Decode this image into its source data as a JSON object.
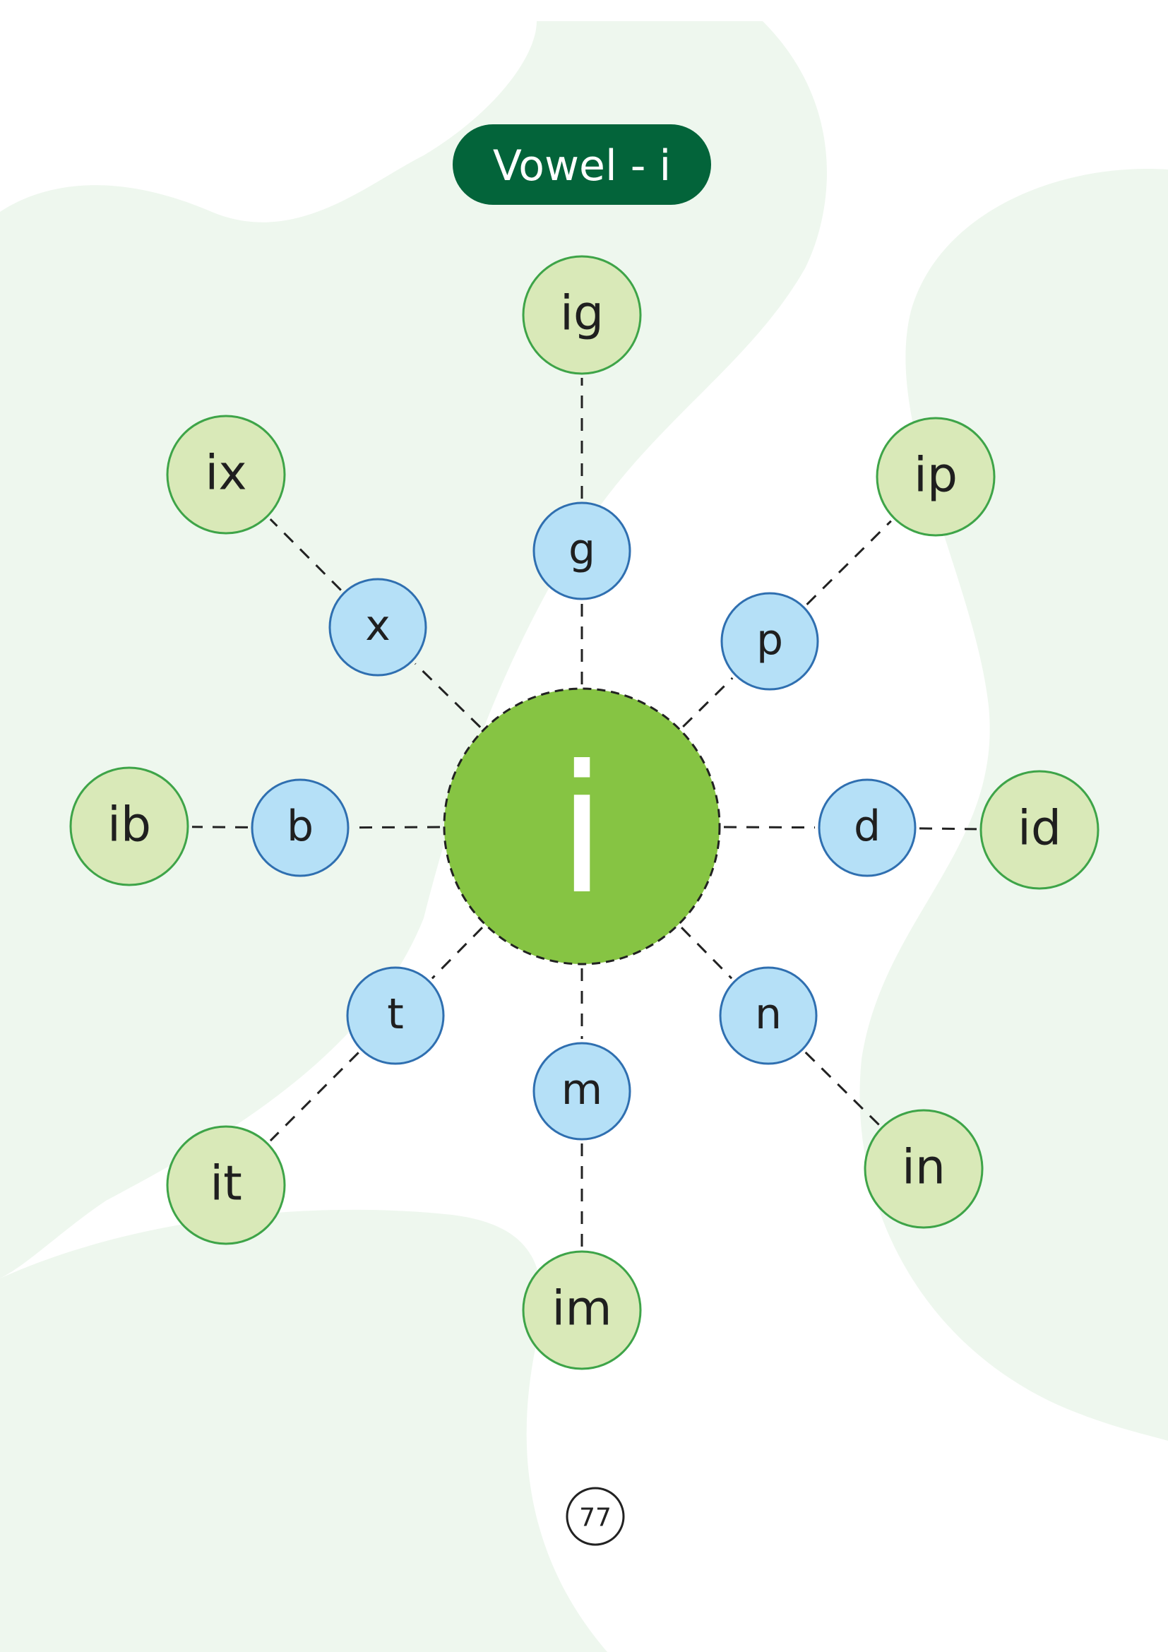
{
  "title": "Vowel - i",
  "vowel": "i",
  "page_number": "77",
  "colors": {
    "title_bg": "#03643a",
    "vowel_fill": "#86c443",
    "consonant_fill": "#b5e0f7",
    "consonant_stroke": "#2f6fb0",
    "word_fill": "#d9e9b8",
    "word_stroke": "#3ea448",
    "background_shape": "#eef7ee"
  },
  "spokes": [
    {
      "direction": "up",
      "consonant": "g",
      "word": "ig"
    },
    {
      "direction": "up-right",
      "consonant": "p",
      "word": "ip"
    },
    {
      "direction": "right",
      "consonant": "d",
      "word": "id"
    },
    {
      "direction": "down-right",
      "consonant": "n",
      "word": "in"
    },
    {
      "direction": "down",
      "consonant": "m",
      "word": "im"
    },
    {
      "direction": "down-left",
      "consonant": "t",
      "word": "it"
    },
    {
      "direction": "left",
      "consonant": "b",
      "word": "ib"
    },
    {
      "direction": "up-left",
      "consonant": "x",
      "word": "ix"
    }
  ]
}
